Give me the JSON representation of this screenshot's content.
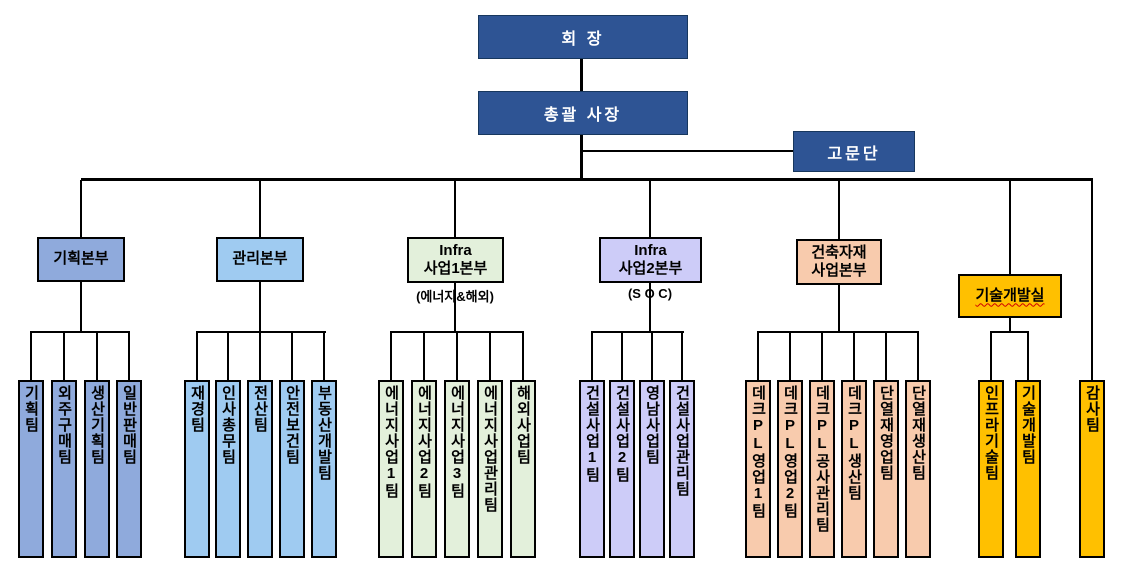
{
  "nodes": {
    "chairman": "회 장",
    "president": "총괄 사장",
    "advisory": "고문단",
    "audit_team": "감사팀"
  },
  "divisions": [
    {
      "label": "기획본부",
      "teams": [
        "기획팀",
        "외주구매팀",
        "생산기획팀",
        "일반판매팀"
      ]
    },
    {
      "label": "관리본부",
      "teams": [
        "재경팀",
        "인사총무팀",
        "전산팀",
        "안전보건팀",
        "부동산개발팀"
      ]
    },
    {
      "line1": "Infra",
      "line2": "사업1본부",
      "subtitle": "(에너지&해외)",
      "teams": [
        "에너지사업1팀",
        "에너지사업2팀",
        "에너지사업3팀",
        "에너지사업관리팀",
        "해외사업팀"
      ]
    },
    {
      "line1": "Infra",
      "line2": "사업2본부",
      "subtitle": "(S O C)",
      "teams": [
        "건설사업1팀",
        "건설사업2팀",
        "영남사업팀",
        "건설사업관리팀"
      ]
    },
    {
      "line1": "건축자재",
      "line2": "사업본부",
      "teams": [
        "데크PL영업1팀",
        "데크PL영업2팀",
        "데크PL공사관리팀",
        "데크PL생산팀",
        "단열재영업팀",
        "단열재생산팀"
      ]
    },
    {
      "label": "기술개발실",
      "teams": [
        "인프라기술팀",
        "기술개발팀"
      ]
    }
  ],
  "colors": {
    "executive_navy": "#2E5494",
    "planning_periwinkle": "#8FAADC",
    "management_lightblue": "#9FCBF1",
    "infra1_lightgreen": "#E3F0DB",
    "infra2_lavender": "#CDCCF8",
    "materials_peach": "#F8CBAD",
    "tech_gold": "#FFC000",
    "connector": "#000000"
  }
}
